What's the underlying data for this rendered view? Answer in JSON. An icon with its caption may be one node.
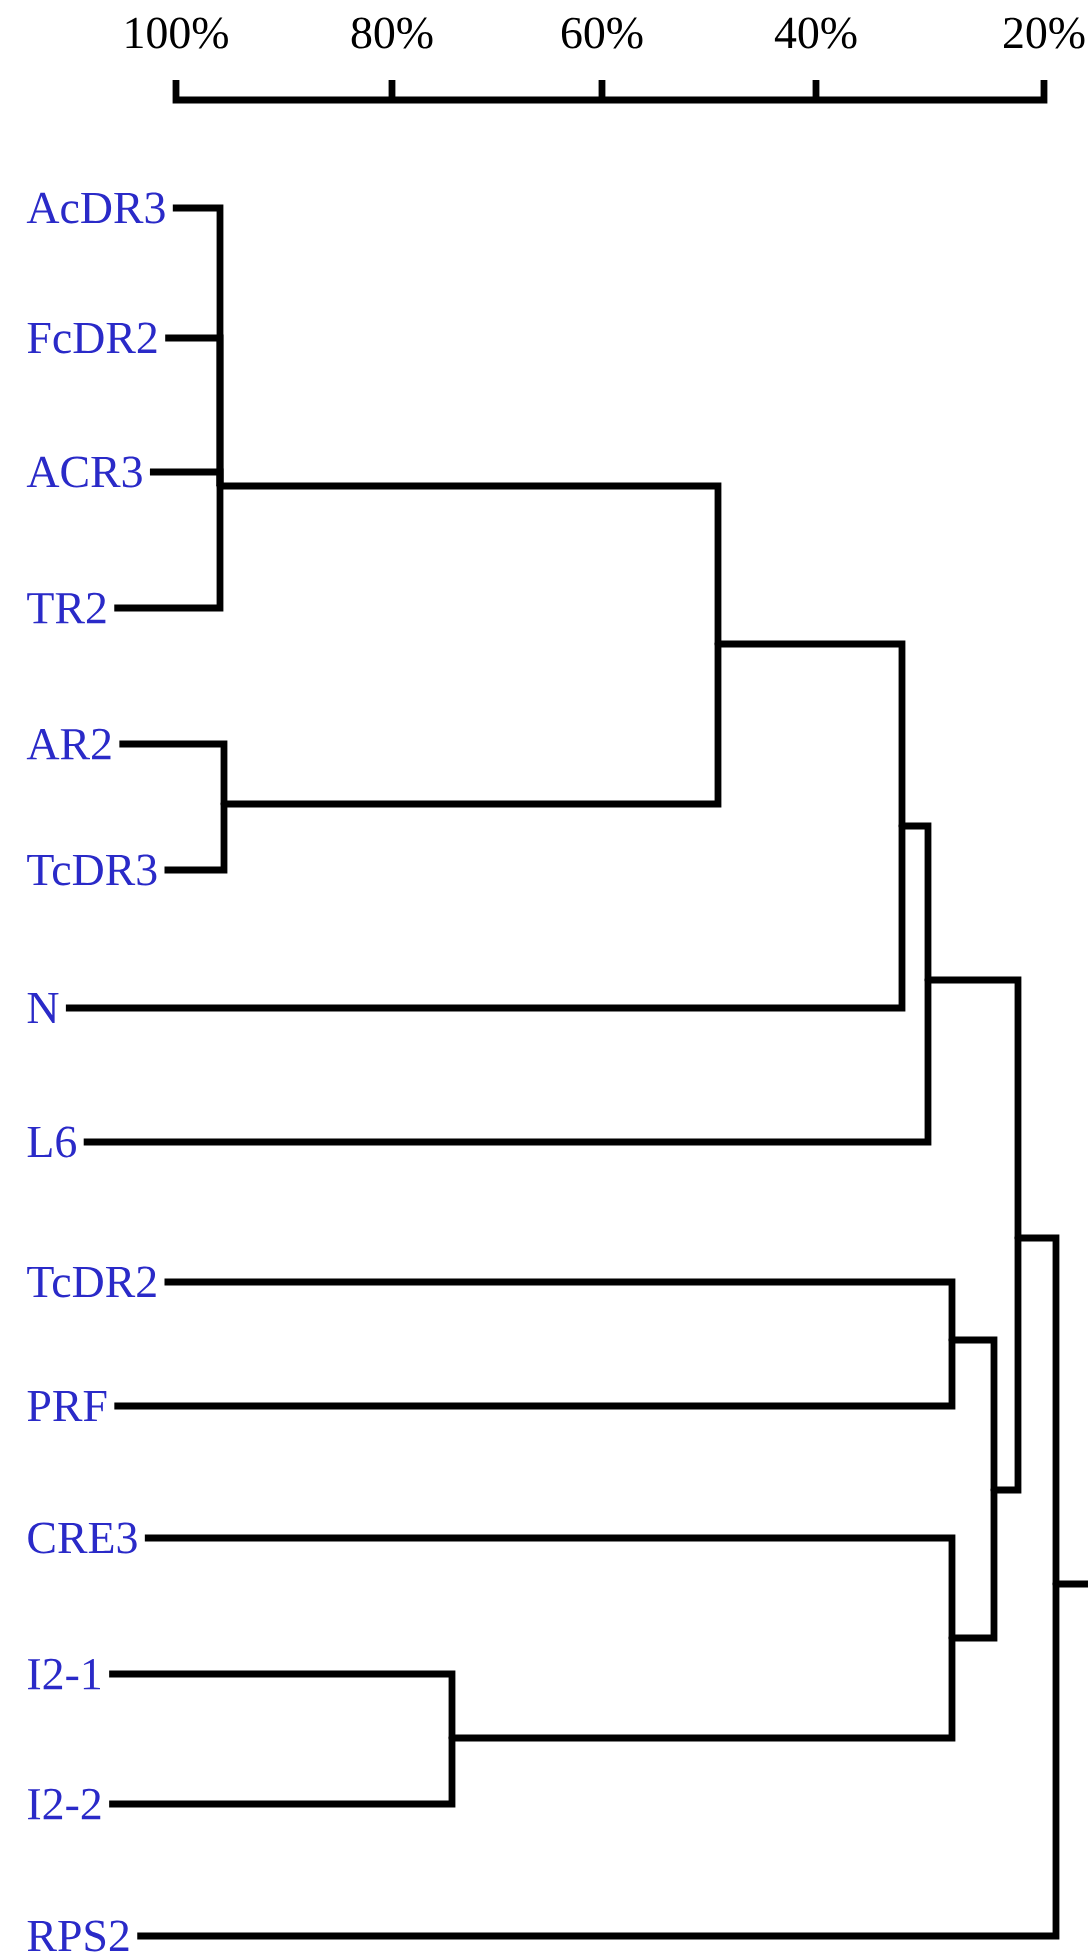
{
  "diagram": {
    "nodes": [
      {
        "text": [
          "AcDR3"
        ]
      },
      {
        "text": [
          "FcDR2"
        ]
      },
      {
        "text": [
          "ACR3"
        ]
      },
      {
        "text": [
          "TR2"
        ]
      },
      {
        "text": [
          "AR2"
        ]
      },
      {
        "text": [
          "TcDR3"
        ]
      },
      {
        "text": [
          "N"
        ]
      },
      {
        "text": [
          "L6"
        ]
      },
      {
        "text": [
          "TcDR2"
        ]
      },
      {
        "text": [
          "PRF"
        ]
      },
      {
        "text": [
          "CRE3"
        ]
      },
      {
        "text": [
          "I2-1"
        ]
      },
      {
        "text": [
          "I2-2"
        ]
      },
      {
        "text": [
          "RPS2"
        ]
      },
      {
        "text": [],
        "shape": "point"
      },
      {
        "text": [],
        "shape": "point"
      },
      {
        "text": [],
        "shape": "point"
      },
      {
        "text": [],
        "shape": "point"
      },
      {
        "text": [],
        "shape": "point"
      },
      {
        "text": [],
        "shape": "point"
      },
      {
        "text": [],
        "shape": "point"
      },
      {
        "text": [],
        "shape": "point"
      },
      {
        "text": [],
        "shape": "point"
      },
      {
        "text": [],
        "shape": "point"
      },
      {
        "text": [],
        "shape": "point"
      }
    ],
    "edges": [
      {
        "from": 14,
        "to": 0,
        "arrow": "none"
      },
      {
        "from": 14,
        "to": 1,
        "arrow": "none"
      },
      {
        "from": 14,
        "to": 2,
        "arrow": "none"
      },
      {
        "from": 14,
        "to": 3,
        "arrow": "none"
      },
      {
        "from": 15,
        "to": 4,
        "arrow": "none"
      },
      {
        "from": 15,
        "to": 5,
        "arrow": "none"
      },
      {
        "from": 16,
        "to": 14,
        "arrow": "none"
      },
      {
        "from": 16,
        "to": 15,
        "arrow": "none"
      },
      {
        "from": 17,
        "to": 16,
        "arrow": "none"
      },
      {
        "from": 17,
        "to": 6,
        "arrow": "none"
      },
      {
        "from": 18,
        "to": 17,
        "arrow": "none"
      },
      {
        "from": 18,
        "to": 7,
        "arrow": "none"
      },
      {
        "from": 19,
        "to": 8,
        "arrow": "none"
      },
      {
        "from": 19,
        "to": 9,
        "arrow": "none"
      },
      {
        "from": 20,
        "to": 11,
        "arrow": "none"
      },
      {
        "from": 20,
        "to": 12,
        "arrow": "none"
      },
      {
        "from": 21,
        "to": 10,
        "arrow": "none"
      },
      {
        "from": 21,
        "to": 20,
        "arrow": "none"
      },
      {
        "from": 22,
        "to": 19,
        "arrow": "none"
      },
      {
        "from": 22,
        "to": 21,
        "arrow": "none"
      },
      {
        "from": 23,
        "to": 18,
        "arrow": "none"
      },
      {
        "from": 23,
        "to": 22,
        "arrow": "none"
      },
      {
        "from": 24,
        "to": 23,
        "arrow": "none"
      },
      {
        "from": 24,
        "to": 13,
        "arrow": "none"
      }
    ],
    "labels": [
      "100%",
      "80%",
      "60%",
      "40%",
      "20%"
    ]
  }
}
